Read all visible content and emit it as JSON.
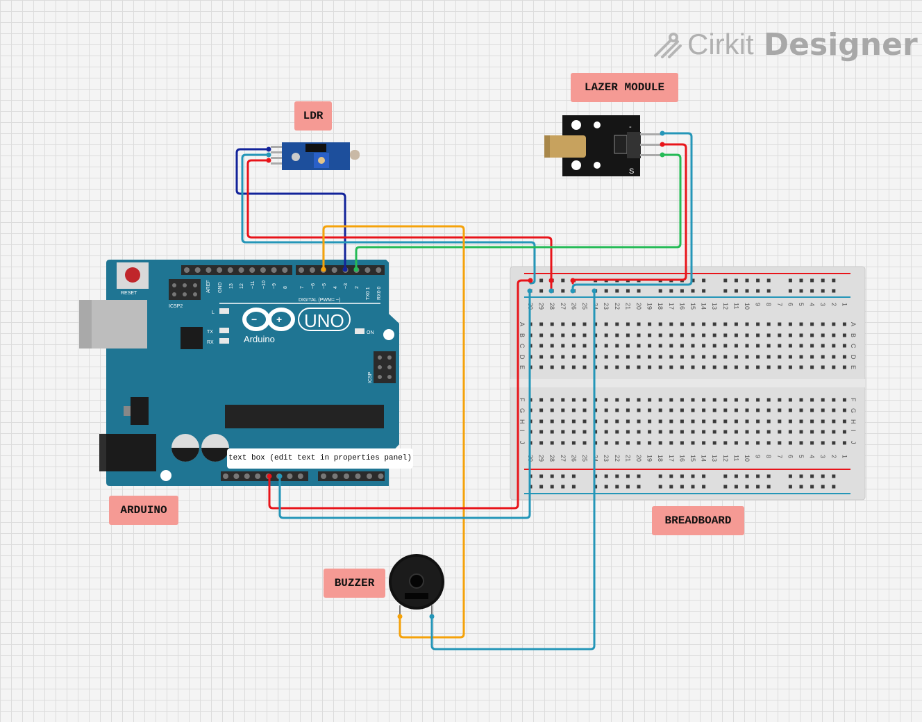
{
  "logo": {
    "word1": "Cirkit",
    "word2": "Designer"
  },
  "labels": {
    "ldr": "LDR",
    "lazer": "LAZER MODULE",
    "arduino": "ARDUINO",
    "breadboard": "BREADBOARD",
    "buzzer": "BUZZER"
  },
  "textbox": "text box (edit text in properties panel)",
  "arduino": {
    "reset": "RESET",
    "icsp2": "ICSP2",
    "icsp": "ICSP",
    "uno": "UNO",
    "brand": "Arduino",
    "digital": "DIGITAL (PWM= ~)",
    "on": "ON",
    "l": "L",
    "tx": "TX",
    "rx": "RX",
    "aref": "AREF",
    "gnd": "GND",
    "top_pins": [
      "13",
      "12",
      "~11",
      "~10",
      "~9",
      "8",
      "7",
      "~6",
      "~5",
      "4",
      "~3",
      "2",
      "TX0 1",
      "RX0 0"
    ]
  },
  "lazer_module": {
    "minus": "-",
    "s": "S"
  },
  "breadboard": {
    "rows_top": [
      "A",
      "B",
      "C",
      "D",
      "E"
    ],
    "rows_bottom": [
      "F",
      "G",
      "H",
      "I",
      "J"
    ],
    "columns": [
      "30",
      "29",
      "28",
      "27",
      "26",
      "25",
      "24",
      "23",
      "22",
      "21",
      "20",
      "19",
      "18",
      "17",
      "16",
      "15",
      "14",
      "13",
      "12",
      "11",
      "10",
      "9",
      "8",
      "7",
      "6",
      "5",
      "4",
      "3",
      "2",
      "1"
    ]
  },
  "colors": {
    "red": "#e8141a",
    "blue": "#12239a",
    "teal": "#2496b8",
    "orange": "#f5a20a",
    "green": "#25bb56",
    "arduino_blue": "#1f7593",
    "label_bg": "#f59a94"
  }
}
